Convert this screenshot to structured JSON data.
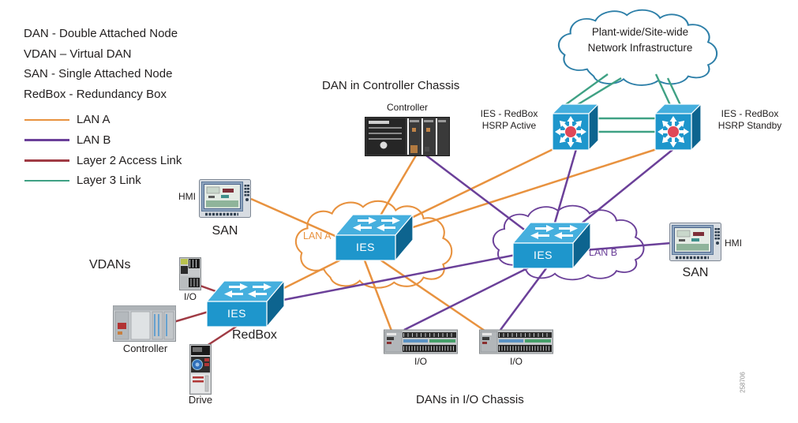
{
  "colors": {
    "lan_a": "#E8923F",
    "lan_b": "#6B4099",
    "layer2": "#A03B44",
    "layer3": "#3FA184",
    "cloud_outline": "#2D7FA8",
    "switch_front": "#1E96CC",
    "switch_top": "#45AFDE",
    "switch_side": "#0D648F",
    "router_dot": "#E04858",
    "diagram_text": "#232020"
  },
  "legend": {
    "definitions": [
      "DAN - Double Attached Node",
      "VDAN – Virtual DAN",
      "SAN - Single Attached Node",
      "RedBox - Redundancy Box"
    ],
    "lines": [
      {
        "label": "LAN A",
        "color": "#E8923F"
      },
      {
        "label": "LAN B",
        "color": "#6B4099"
      },
      {
        "label": "Layer 2 Access Link",
        "color": "#A03B44"
      },
      {
        "label": "Layer 3 Link",
        "color": "#3FA184"
      }
    ]
  },
  "cloud": {
    "line1": "Plant-wide/Site-wide",
    "line2": "Network Infrastructure"
  },
  "core_switches": {
    "active": {
      "line1": "IES - RedBox",
      "line2": "HSRP Active"
    },
    "standby": {
      "line1": "IES - RedBox",
      "line2": "HSRP Standby"
    }
  },
  "controller_chassis": {
    "heading": "DAN in Controller Chassis",
    "device": "Controller"
  },
  "lan_a": {
    "label": "LAN A",
    "switch": "IES"
  },
  "lan_b": {
    "label": "LAN B",
    "switch": "IES"
  },
  "san_left": {
    "device": "HMI",
    "label": "SAN"
  },
  "san_right": {
    "device": "HMI",
    "label": "SAN"
  },
  "vdans": {
    "heading": "VDANs",
    "io": "I/O",
    "controller": "Controller",
    "drive": "Drive",
    "switch": "IES",
    "label": "RedBox"
  },
  "io_chassis": {
    "left": "I/O",
    "right": "I/O",
    "heading": "DANs in I/O Chassis"
  },
  "figure_number": "258706"
}
